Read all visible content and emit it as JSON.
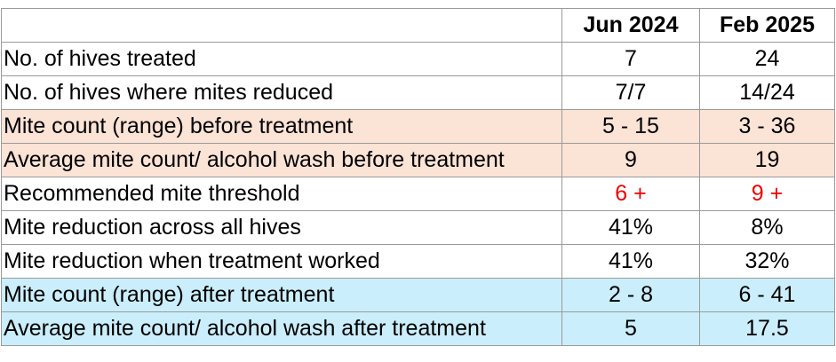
{
  "columns": [
    "",
    "Jun 2024",
    "Feb 2025"
  ],
  "rows": [
    {
      "label": "No. of hives treated",
      "jun": "7",
      "feb": "24",
      "shade": "none",
      "value_color": "black"
    },
    {
      "label": "No. of hives where mites reduced",
      "jun": "7/7",
      "feb": "14/24",
      "shade": "none",
      "value_color": "black"
    },
    {
      "label": "Mite count (range) before treatment",
      "jun": "5 - 15",
      "feb": "3 - 36",
      "shade": "peach",
      "value_color": "black"
    },
    {
      "label": "Average mite count/ alcohol wash before treatment",
      "jun": "9",
      "feb": "19",
      "shade": "peach",
      "value_color": "black"
    },
    {
      "label": "Recommended mite threshold",
      "jun": "6 +",
      "feb": "9 +",
      "shade": "none",
      "value_color": "red"
    },
    {
      "label": "Mite reduction across all hives",
      "jun": "41%",
      "feb": "8%",
      "shade": "none",
      "value_color": "black"
    },
    {
      "label": "Mite reduction when treatment worked",
      "jun": "41%",
      "feb": "32%",
      "shade": "none",
      "value_color": "black"
    },
    {
      "label": "Mite count (range) after treatment",
      "jun": "2 - 8",
      "feb": "6 - 41",
      "shade": "blue",
      "value_color": "black"
    },
    {
      "label": "Average mite count/ alcohol wash after treatment",
      "jun": "5",
      "feb": "17.5",
      "shade": "blue",
      "value_color": "black"
    }
  ],
  "colors": {
    "peach": "#fbe3d6",
    "blue": "#caeefb",
    "red": "#ee0000",
    "border": "#9a9a9a"
  }
}
